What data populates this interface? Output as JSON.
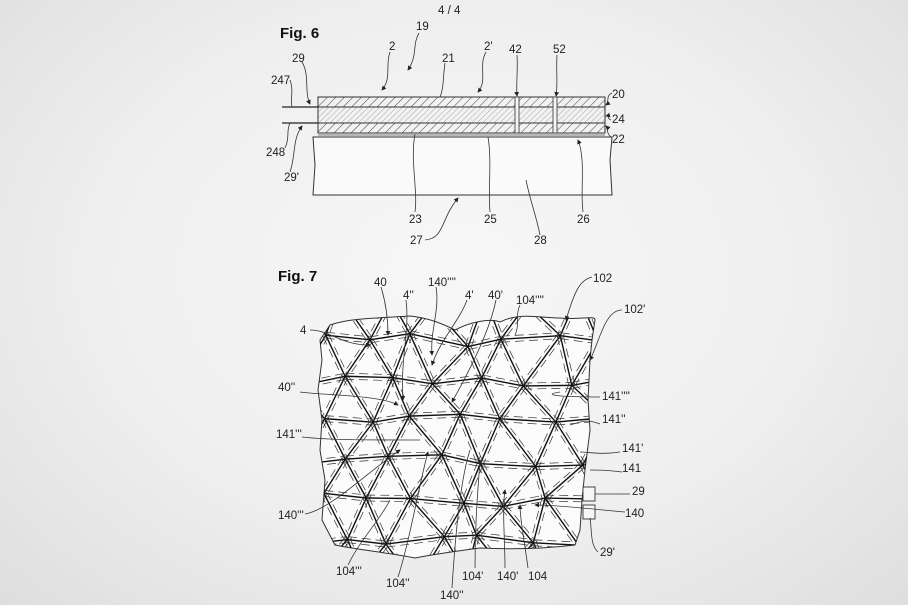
{
  "page_number": "4 / 4",
  "fig6": {
    "title": "Fig. 6",
    "labels": {
      "l19": "19",
      "l2": "2",
      "l21": "21",
      "l2p": "2'",
      "l42": "42",
      "l52": "52",
      "l29": "29",
      "l247": "247",
      "l20": "20",
      "l24": "24",
      "l22": "22",
      "l248": "248",
      "l29p": "29'",
      "l23": "23",
      "l25": "25",
      "l26": "26",
      "l27": "27",
      "l28": "28"
    }
  },
  "fig7": {
    "title": "Fig. 7",
    "labels": {
      "l40": "40",
      "l140q": "140''''",
      "l4pp": "4''",
      "l4p": "4'",
      "l40p": "40'",
      "l104q": "104''''",
      "l102": "102",
      "l102p": "102'",
      "l4": "4",
      "l40pp": "40''",
      "l141q": "141''''",
      "l141pp": "141''",
      "l141ppp": "141'''",
      "l141p": "141'",
      "l141": "141",
      "l29": "29",
      "l140": "140",
      "l140ppp": "140'''",
      "l29p": "29'",
      "l104ppp": "104'''",
      "l104pp": "104''",
      "l104p": "104'",
      "l140p": "140'",
      "l104": "104",
      "l140pp": "140''"
    }
  }
}
